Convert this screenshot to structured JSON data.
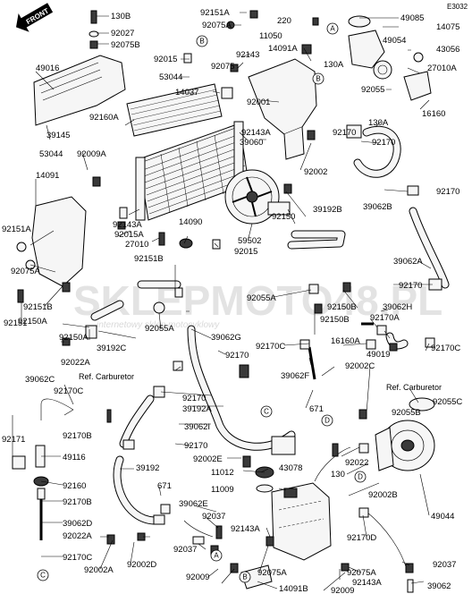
{
  "diagram_code": "E3032",
  "direction_label": "FRONT",
  "watermark": {
    "text_a": "SKLEP",
    "text_b": "MOTO",
    "text_c": "48",
    "text_d": ".PL",
    "tagline": "internetowy sklep motocyklowy"
  },
  "references": {
    "carburetor_1": "Ref. Carburetor",
    "carburetor_2": "Ref. Carburetor"
  },
  "circle_refs": {
    "a": "A",
    "b": "B",
    "c": "C",
    "d": "D"
  },
  "callouts": {
    "c1": "130B",
    "c2": "92027",
    "c3": "92075B",
    "c4": "92151A",
    "c5": "92075A",
    "c6": "220",
    "c7": "49085",
    "c8": "14075",
    "c9": "49016",
    "c10": "92015",
    "c11": "53044",
    "c12": "11050",
    "c13": "14091A",
    "c14": "49054",
    "c15": "43056",
    "c16": "14037",
    "c17": "92075",
    "c18": "92143",
    "c19": "130A",
    "c20": "27010A",
    "c21": "92160A",
    "c22": "92001",
    "c23": "92055",
    "c24": "39145",
    "c25": "92143A",
    "c26": "130A",
    "c27": "16160",
    "c28": "39060",
    "c29": "92170",
    "c30": "53044",
    "c31": "92009A",
    "c32": "92170",
    "c33": "92002",
    "c34": "14091",
    "c35": "92170",
    "c36": "39062B",
    "c37": "92150",
    "c38": "39192B",
    "c39": "92143A",
    "c40": "14090",
    "c41": "92151A",
    "c42": "92015A",
    "c43": "27010",
    "c44": "59502",
    "c45": "92015",
    "c46": "92075A",
    "c47": "92151B",
    "c48": "39062A",
    "c49": "92151B",
    "c50": "92151",
    "c51": "92055A",
    "c52": "92170",
    "c53": "92150A",
    "c54": "92055A",
    "c55": "92150B",
    "c56": "39062H",
    "c57": "92150A",
    "c58": "92150B",
    "c59": "92170A",
    "c60": "39192C",
    "c61": "92022A",
    "c62": "39062G",
    "c63": "92170C",
    "c64": "92170C",
    "c65": "92170",
    "c66": "16160A",
    "c67": "39062F",
    "c68": "49019",
    "c69": "39062C",
    "c70": "92002C",
    "c71": "92170C",
    "c72": "92170",
    "c73": "39192A",
    "c74": "671",
    "c75": "92055B",
    "c76": "92055C",
    "c77": "39062I",
    "c78": "92171",
    "c79": "92170B",
    "c80": "92170",
    "c81": "49116",
    "c82": "92002E",
    "c83": "130",
    "c84": "92022",
    "c85": "39192",
    "c86": "11012",
    "c87": "92160",
    "c88": "11009",
    "c89": "43078",
    "c90": "671",
    "c91": "92002B",
    "c92": "92170B",
    "c93": "39062E",
    "c94": "49044",
    "c95": "39062D",
    "c96": "92037",
    "c97": "92022A",
    "c98": "92170D",
    "c99": "92002D",
    "c100": "92002A",
    "c101": "92143A",
    "c102": "92037",
    "c103": "92037",
    "c104": "92170C",
    "c105": "92009",
    "c106": "92075A",
    "c107": "92075A",
    "c108": "92143A",
    "c109": "14091B",
    "c110": "92009",
    "c111": "39062"
  }
}
